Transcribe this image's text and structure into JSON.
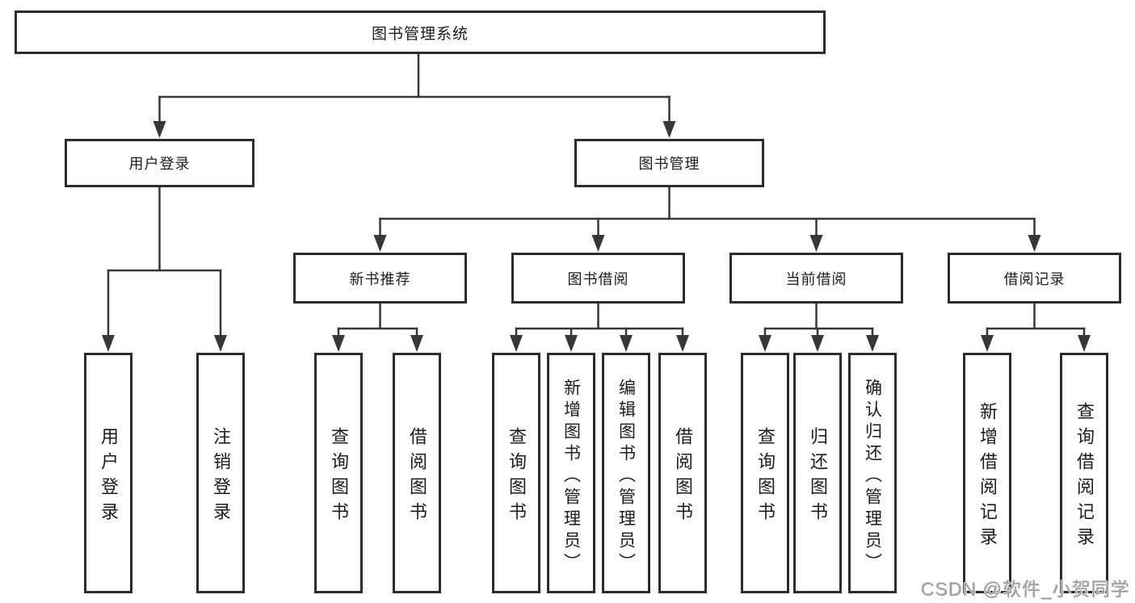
{
  "diagram": {
    "title_node": "图书管理系统",
    "level2": [
      {
        "label": "用户登录"
      },
      {
        "label": "图书管理"
      }
    ],
    "level3": [
      {
        "label": "新书推荐"
      },
      {
        "label": "图书借阅"
      },
      {
        "label": "当前借阅"
      },
      {
        "label": "借阅记录"
      }
    ],
    "leaves": {
      "user_login": [
        {
          "label": "用户登录"
        },
        {
          "label": "注销登录"
        }
      ],
      "new_book_recommend": [
        {
          "label": "查询图书"
        },
        {
          "label": "借阅图书"
        }
      ],
      "book_borrow": [
        {
          "label": "查询图书"
        },
        {
          "label": "新增图书（管理员）"
        },
        {
          "label": "编辑图书（管理员）"
        },
        {
          "label": "借阅图书"
        }
      ],
      "current_borrow": [
        {
          "label": "查询图书"
        },
        {
          "label": "归还图书"
        },
        {
          "label": "确认归还（管理员）"
        }
      ],
      "borrow_record": [
        {
          "label": "新增借阅记录"
        },
        {
          "label": "查询借阅记录"
        }
      ]
    },
    "colors": {
      "line": "#373737",
      "box_border": "#2d2d2d",
      "text": "#1c1c1c"
    }
  },
  "watermark": {
    "text": "CSDN @软件_小贺同学",
    "color": "#9c9c9c"
  }
}
